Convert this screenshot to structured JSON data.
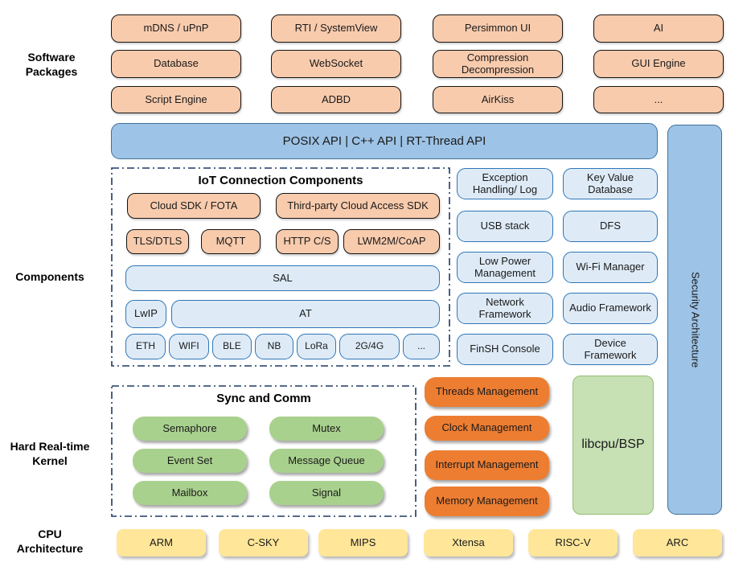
{
  "side_labels": {
    "software_packages": "Software Packages",
    "components": "Components",
    "kernel": "Hard Real-time Kernel",
    "cpu_architecture": "CPU Architecture"
  },
  "software_packages": [
    [
      "mDNS / uPnP",
      "RTI / SystemView",
      "Persimmon UI",
      "AI"
    ],
    [
      "Database",
      "WebSocket",
      "Compression Decompression",
      "GUI Engine"
    ],
    [
      "Script Engine",
      "ADBD",
      "AirKiss",
      "..."
    ]
  ],
  "api_bar": "POSIX API  |  C++ API  |  RT-Thread API",
  "security_bar": "Security Architecture",
  "iot": {
    "title": "IoT Connection Components",
    "cloud_sdk": "Cloud SDK / FOTA",
    "third_party": "Third-party Cloud Access SDK",
    "protocols": [
      "TLS/DTLS",
      "MQTT",
      "HTTP C/S",
      "LWM2M/CoAP"
    ],
    "sal": "SAL",
    "lwip": "LwIP",
    "at": "AT",
    "links": [
      "ETH",
      "WIFI",
      "BLE",
      "NB",
      "LoRa",
      "2G/4G",
      "..."
    ]
  },
  "services": [
    [
      "Exception Handling/ Log",
      "Key Value Database"
    ],
    [
      "USB stack",
      "DFS"
    ],
    [
      "Low Power Management",
      "Wi-Fi Manager"
    ],
    [
      "Network Framework",
      "Audio Framework"
    ],
    [
      "FinSH Console",
      "Device Framework"
    ]
  ],
  "kernel": {
    "title": "Sync and Comm",
    "sync_items": [
      [
        "Semaphore",
        "Mutex"
      ],
      [
        "Event Set",
        "Message Queue"
      ],
      [
        "Mailbox",
        "Signal"
      ]
    ],
    "management": [
      "Threads Management",
      "Clock Management",
      "Interrupt Management",
      "Memory Management"
    ],
    "libcpu": "libcpu/BSP"
  },
  "cpu_list": [
    "ARM",
    "C-SKY",
    "MIPS",
    "Xtensa",
    "RISC-V",
    "ARC"
  ],
  "colors": {
    "peach_fill": "#F8CBAD",
    "blue_fill": "#9DC3E6",
    "blue_border": "#41719C",
    "lightblue_fill": "#DEEBF7",
    "lightblue_border": "#2E75B6",
    "green_fill": "#A9D18E",
    "lightgreen_fill": "#C7E0B4",
    "orange_fill": "#ED7D31",
    "yellow_fill": "#FFE699",
    "dash_border": "#1F3864"
  }
}
